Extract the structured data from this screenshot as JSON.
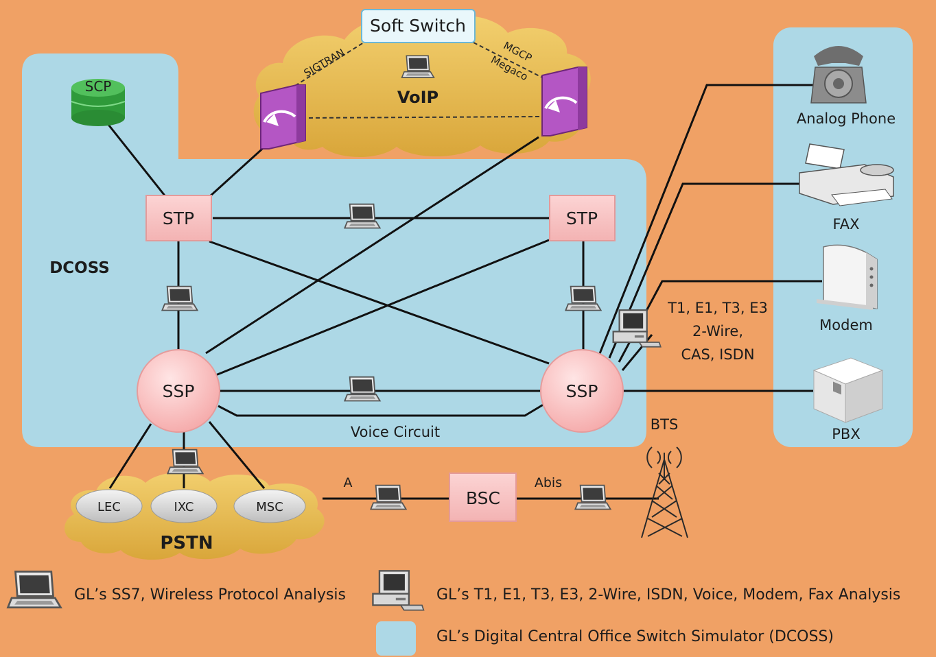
{
  "nodes": {
    "soft_switch": "Soft Switch",
    "voip": "VoIP",
    "sigtran": "SIGTRAN",
    "mgcp": "MGCP",
    "megaco": "Megaco",
    "scp": "SCP",
    "stp_left": "STP",
    "stp_right": "STP",
    "dcoss": "DCOSS",
    "ssp_left": "SSP",
    "ssp_right": "SSP",
    "voice_circuit": "Voice Circuit",
    "interfaces": [
      "T1, E1, T3, E3",
      "2-Wire,",
      "CAS, ISDN"
    ],
    "bts": "BTS",
    "bsc": "BSC",
    "link_a": "A",
    "link_abis": "Abis",
    "lec": "LEC",
    "ixc": "IXC",
    "msc": "MSC",
    "pstn": "PSTN"
  },
  "devices": {
    "analog_phone": "Analog Phone",
    "fax": "FAX",
    "modem": "Modem",
    "pbx": "PBX"
  },
  "legend": {
    "ss7": "GL’s SS7, Wireless Protocol Analysis",
    "t1": "GL’s T1, E1, T3, E3,  2-Wire, ISDN, Voice, Modem, Fax Analysis",
    "dcoss": "GL’s Digital Central Office Switch Simulator (DCOSS)"
  },
  "colors": {
    "background": "#F0A165",
    "dcoss_region": "#ADD8E6",
    "node_box": "#F9C3C3",
    "ssp_circle": "#F9C3C3",
    "cloud": "#E3B34A",
    "router": "#B456C4",
    "scp_db": "#3EA843"
  }
}
